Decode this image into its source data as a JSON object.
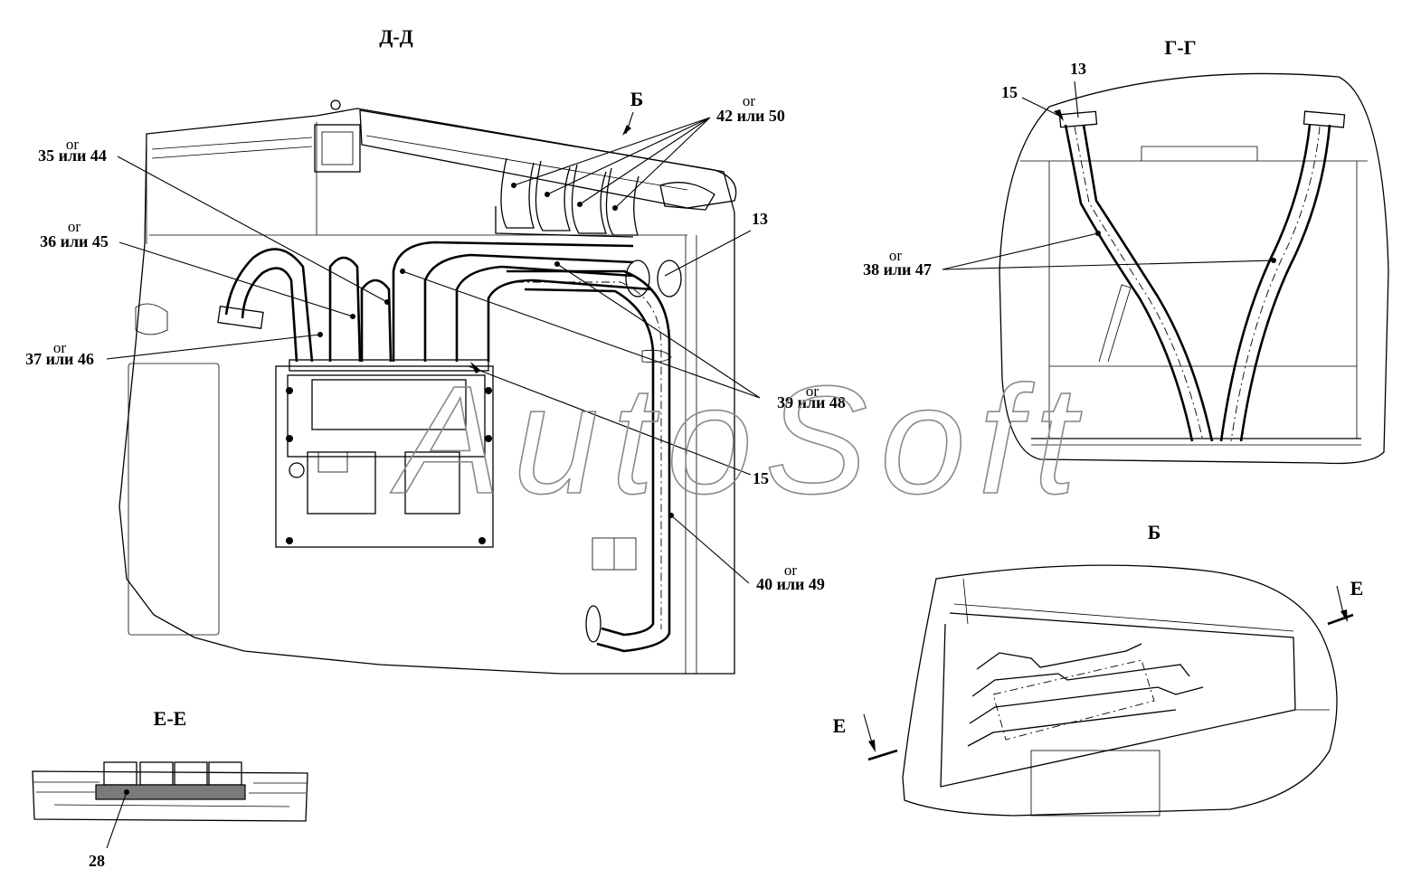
{
  "views": {
    "dd": {
      "title": "Д-Д"
    },
    "gg": {
      "title": "Г-Г"
    },
    "b": {
      "title": "Б"
    },
    "ee": {
      "title": "Е-Е"
    }
  },
  "labels": {
    "b_arrow": "Б",
    "or": "or",
    "p42_50": "42 или 50",
    "p35_44": "35 или 44",
    "p36_45": "36 или 45",
    "p37_46": "37 или 46",
    "p13": "13",
    "p39_48": "39 или 48",
    "p15": "15",
    "p40_49": "40 или 49",
    "p38_47": "38 или 47",
    "gg_13": "13",
    "gg_15": "15",
    "e_mark": "Е",
    "p28": "28"
  },
  "watermark": "AutoSoft"
}
